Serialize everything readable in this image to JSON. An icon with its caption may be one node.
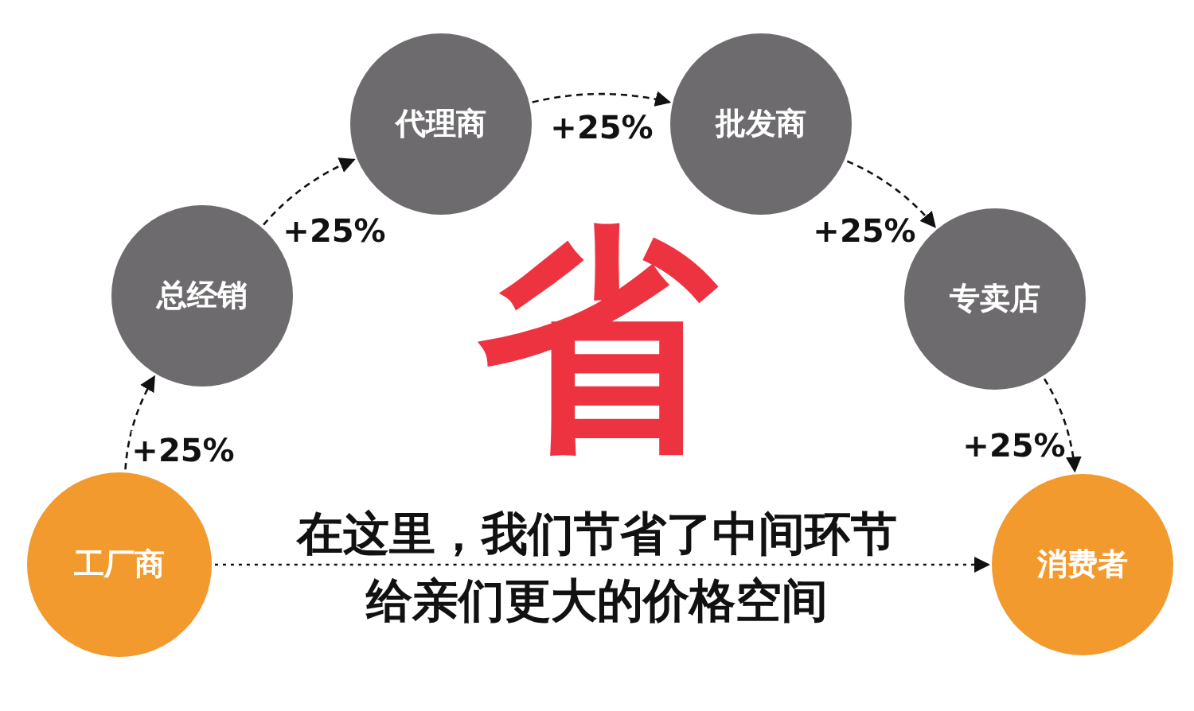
{
  "diagram": {
    "nodes": [
      {
        "text": [
          "工厂商"
        ]
      },
      {
        "text": [
          "总经销"
        ]
      },
      {
        "text": [
          "代理商"
        ]
      },
      {
        "text": [
          "批发商"
        ]
      },
      {
        "text": [
          "专卖店"
        ]
      },
      {
        "text": [
          "消费者"
        ]
      }
    ],
    "edges": [
      {
        "from": 0,
        "to": 1,
        "arrow": "to",
        "label": "+25%",
        "style": "dashed"
      },
      {
        "from": 1,
        "to": 2,
        "arrow": "to",
        "label": "+25%",
        "style": "dashed"
      },
      {
        "from": 2,
        "to": 3,
        "arrow": "to",
        "label": "+25%",
        "style": "dashed"
      },
      {
        "from": 3,
        "to": 4,
        "arrow": "to",
        "label": "+25%",
        "style": "dashed"
      },
      {
        "from": 4,
        "to": 5,
        "arrow": "to",
        "label": "+25%",
        "style": "dashed"
      },
      {
        "from": 0,
        "to": 5,
        "arrow": "to",
        "style": "dashed"
      }
    ],
    "labels": [
      "省",
      "在这里，我们节省了中间环节",
      "给亲们更大的价格空间"
    ]
  }
}
